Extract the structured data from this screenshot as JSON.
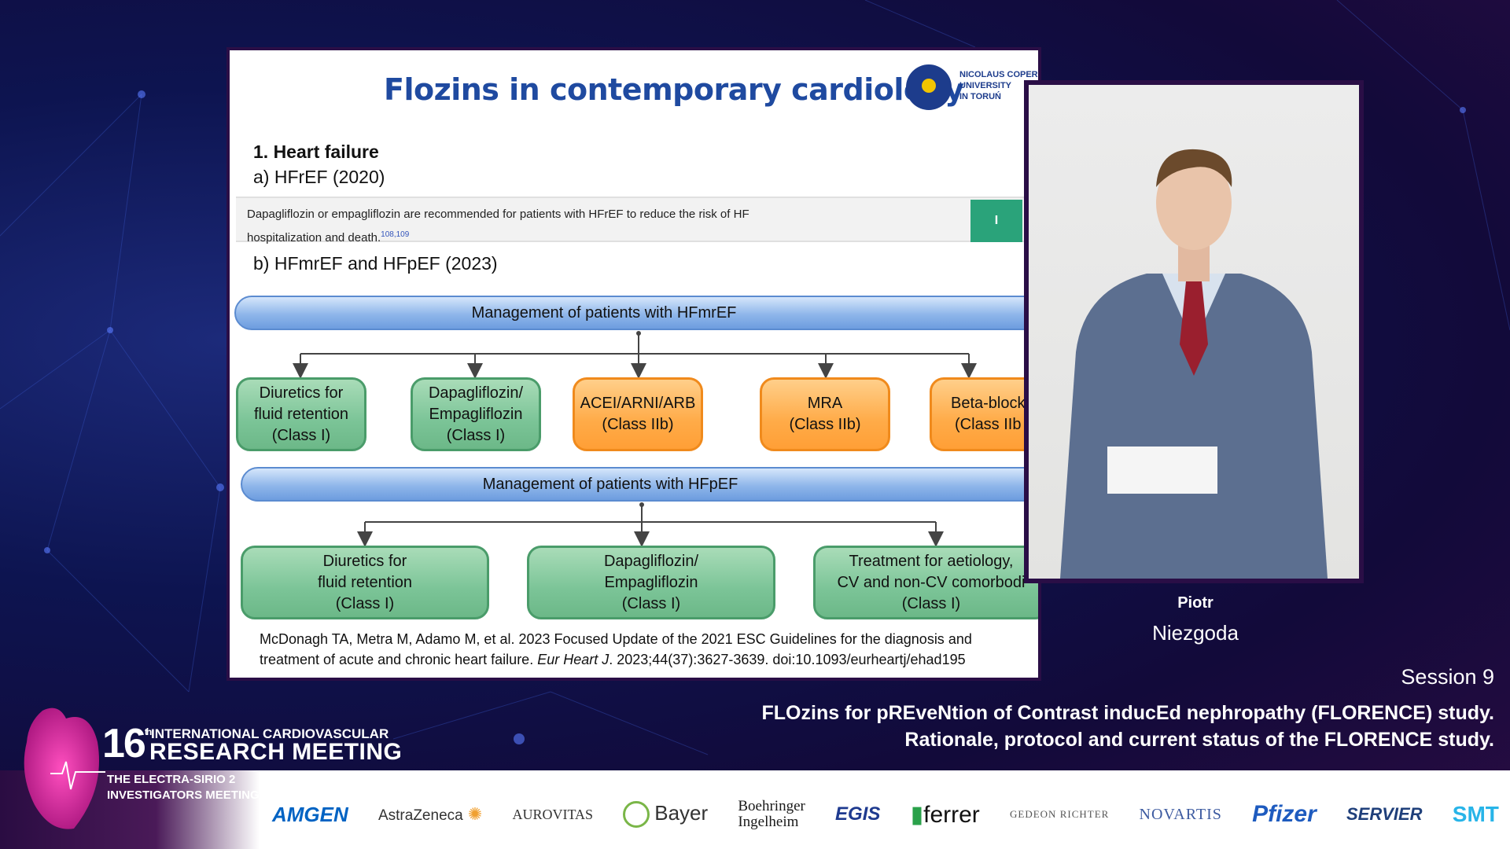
{
  "slide": {
    "title": "Flozins in contemporary cardiology",
    "logo_text": "NICOLAUS COPERN\nUNIVERSITY\nIN TORUŃ",
    "heading_heart_failure": "1.   Heart failure",
    "heading_hfref": "a)   HFrEF (2020)",
    "recommendation": {
      "text": "Dapagliflozin or empagliflozin are recommended for patients with HFrEF to reduce the risk of HF hospitalization and death.",
      "refs": "108,109",
      "class": "I"
    },
    "heading_hfmref_hfpef": "b) HFmrEF and HFpEF (2023)",
    "hfmref_banner": "Management of patients with HFmrEF",
    "hfmref_boxes": [
      {
        "label": "Diuretics for\nfluid retention\n(Class I)",
        "color": "green"
      },
      {
        "label": "Dapagliflozin/\nEmpagliflozin\n(Class I)",
        "color": "green"
      },
      {
        "label": "ACEI/ARNI/ARB\n(Class IIb)",
        "color": "orange"
      },
      {
        "label": "MRA\n(Class IIb)",
        "color": "orange"
      },
      {
        "label": "Beta-block\n(Class IIb",
        "color": "orange"
      }
    ],
    "hfpef_banner": "Management of patients with HFpEF",
    "hfpef_boxes": [
      {
        "label": "Diuretics for\nfluid retention\n(Class I)",
        "color": "green"
      },
      {
        "label": "Dapagliflozin/\nEmpagliflozin\n(Class I)",
        "color": "green"
      },
      {
        "label": "Treatment for aetiology,\nCV and non-CV comorbodi\n(Class I)",
        "color": "green"
      }
    ],
    "reference_line1": "McDonagh TA, Metra M, Adamo M, et al. 2023 Focused Update of the 2021 ESC Guidelines for the diagnosis and",
    "reference_line2_pre": "treatment of acute and chronic heart failure. ",
    "reference_journal": "Eur Heart J",
    "reference_line2_post": ". 2023;44(37):3627-3639. doi:10.1093/eurheartj/ehad195"
  },
  "speaker": {
    "first_name": "Piotr",
    "last_name": "Niezgoda"
  },
  "session": {
    "label": "Session 9",
    "title_line1": "FLOzins for pREveNtion of Contrast inducEd nephropathy (FLORENCE) study.",
    "title_line2": "Rationale, protocol and current status of the FLORENCE study."
  },
  "event": {
    "number": "16",
    "ordinal": "th",
    "line1": "INTERNATIONAL CARDIOVASCULAR",
    "line2": "RESEARCH MEETING",
    "subtitle": "THE ELECTRA-SIRIO 2\nINVESTIGATORS MEETING"
  },
  "sponsors": {
    "amgen": "AMGEN",
    "astrazeneca": "AstraZeneca",
    "aurovitas": "AUROVITAS",
    "bayer": "Bayer",
    "boehringer": "Boehringer\nIngelheim",
    "egis": "EGIS",
    "ferrer": "ferrer",
    "gedeon": "GEDEON RICHTER",
    "novartis": "NOVARTIS",
    "pfizer": "Pfizer",
    "servier": "SERVIER",
    "smt": "SMT"
  },
  "colors": {
    "title_blue": "#1f4aa0",
    "box_green": "#7bc497",
    "box_orange": "#ffab48",
    "class_green": "#2aa37a",
    "banner_blue": "#8fb6ea",
    "frame_dark": "#2a0e46"
  },
  "icons": [
    "heart-logo-icon",
    "university-logo-icon",
    "arrow-down-icon"
  ]
}
